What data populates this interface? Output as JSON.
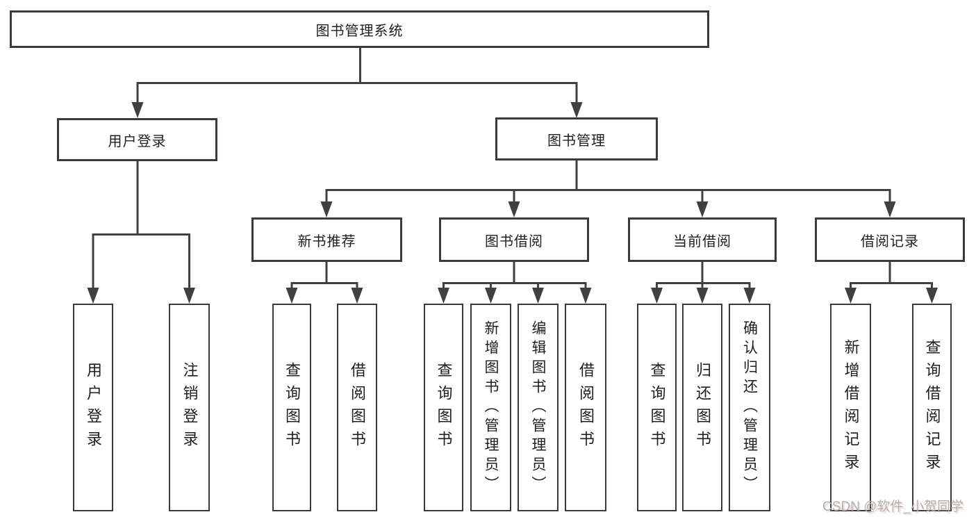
{
  "diagram_type": "hierarchy-tree",
  "tree": {
    "label": "图书管理系统",
    "children": [
      {
        "label": "用户登录",
        "children": [
          {
            "label": "用户登录"
          },
          {
            "label": "注销登录"
          }
        ]
      },
      {
        "label": "图书管理",
        "children": [
          {
            "label": "新书推荐",
            "children": [
              {
                "label": "查询图书"
              },
              {
                "label": "借阅图书"
              }
            ]
          },
          {
            "label": "图书借阅",
            "children": [
              {
                "label": "查询图书"
              },
              {
                "label": "新增图书（管理员）"
              },
              {
                "label": "编辑图书（管理员）"
              },
              {
                "label": "借阅图书"
              }
            ]
          },
          {
            "label": "当前借阅",
            "children": [
              {
                "label": "查询图书"
              },
              {
                "label": "归还图书"
              },
              {
                "label": "确认归还（管理员）"
              }
            ]
          },
          {
            "label": "借阅记录",
            "children": [
              {
                "label": "新增借阅记录"
              },
              {
                "label": "查询借阅记录"
              }
            ]
          }
        ]
      }
    ]
  },
  "watermark": {
    "text": "CSDN @软件_小贺同学"
  },
  "colors": {
    "background": "#ffffff",
    "line": "#404040",
    "node_border": "#3a3a3a",
    "node_text": "#1e1e1e",
    "watermark_text": "#b0b0b0"
  }
}
